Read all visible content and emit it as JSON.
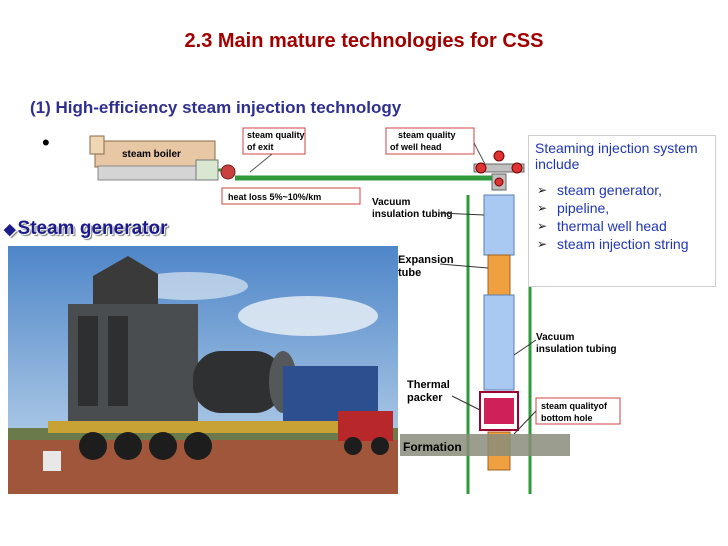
{
  "slide": {
    "title": "2.3 Main mature technologies for  CSS",
    "subtitle": "(1) High-efficiency steam injection technology",
    "bullet": "•",
    "steam_generator_label": "Steam generator"
  },
  "diagram": {
    "steam_boiler": "steam boiler",
    "steam_quality_exit": [
      "steam quality",
      "of exit"
    ],
    "steam_quality_well_head": [
      "steam quality",
      "of well head"
    ],
    "heat_loss": "heat loss 5%~10%/km",
    "vacuum_top": [
      "Vacuum",
      "insulation tubing"
    ],
    "expansion_tube": [
      "Expansion",
      "tube"
    ],
    "vacuum_bottom": [
      "Vacuum",
      "insulation tubing"
    ],
    "thermal_packer": [
      "Thermal",
      "packer"
    ],
    "steam_quality_bottom": [
      "steam qualityof",
      "bottom hole"
    ],
    "formation": "Formation"
  },
  "textbox": {
    "heading": "Steaming injection system include",
    "items": [
      "steam generator,",
      "pipeline,",
      "thermal well head",
      "steam injection string"
    ]
  },
  "colors": {
    "title": "#a00000",
    "subtitle": "#2f2f8f",
    "list_text": "#1f35b5",
    "pipe_green": "#2e9a3a",
    "casing_blue": "#a9c9f2"
  }
}
